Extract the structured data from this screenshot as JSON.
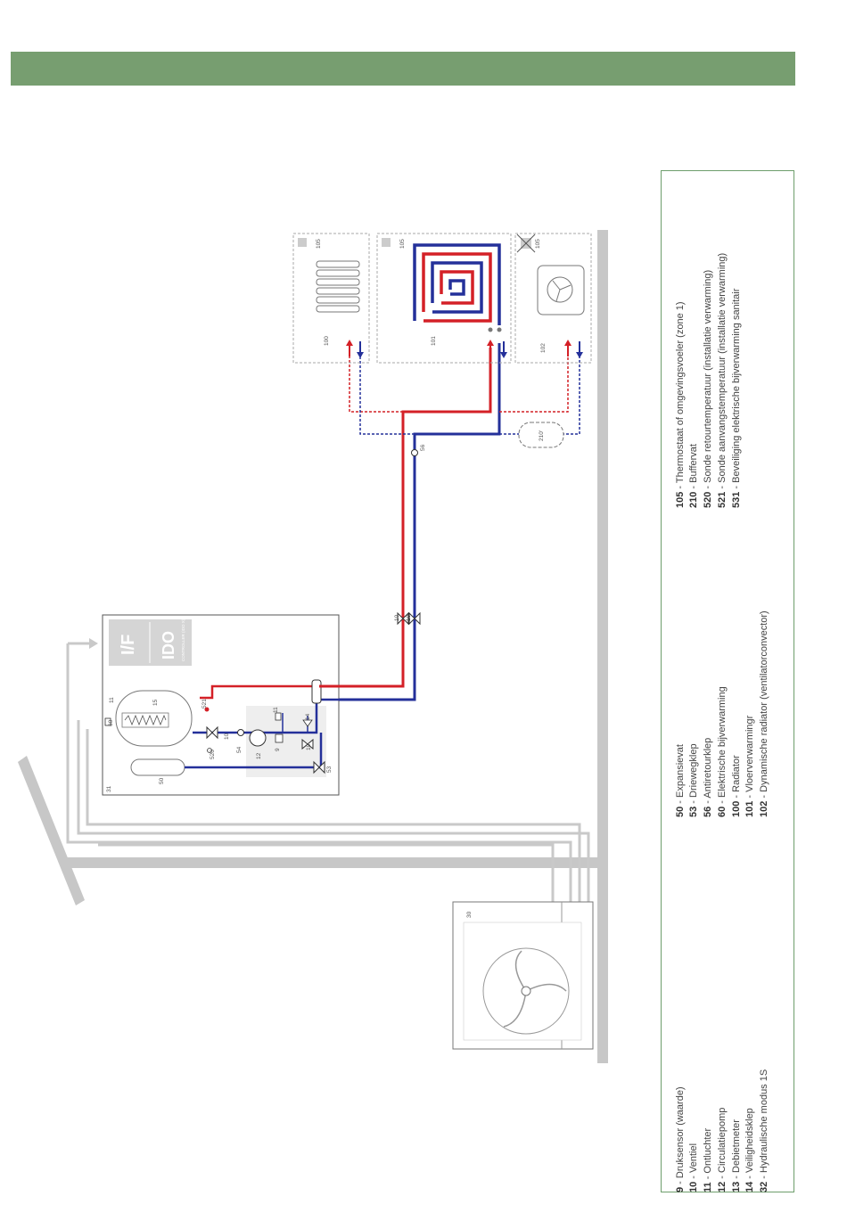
{
  "colors": {
    "header": "#779e70",
    "legend_border": "#6e9e6c",
    "supply": "#d42027",
    "return": "#24309a",
    "wall": "#c7c7c7"
  },
  "controller": {
    "if_label": "I/F",
    "ido_label": "IDO",
    "ido_sub": "CONTROLLER (IDO X)"
  },
  "components": {
    "n9": "9",
    "n10": "10",
    "n11": "11",
    "n12": "12",
    "n13": "13",
    "n14": "14",
    "n15": "15",
    "n30": "30",
    "n31": "31",
    "n50": "50",
    "n53": "53",
    "n54": "54",
    "n56": "56",
    "n60": "60",
    "n100": "100",
    "n101": "101",
    "n102": "102",
    "n105": "105",
    "n210": "210'",
    "n520": "520",
    "n521": "521"
  },
  "legend": {
    "col1": [
      {
        "num": "9",
        "text": "Druksensor (waarde)"
      },
      {
        "num": "10",
        "text": "Ventiel"
      },
      {
        "num": "11",
        "text": "Ontluchter"
      },
      {
        "num": "12",
        "text": "Circulatiepomp"
      },
      {
        "num": "13",
        "text": "Debietmeter"
      },
      {
        "num": "14",
        "text": "Veiligheidsklep"
      },
      {
        "num": "32",
        "text": "Hydraulische modus 1S"
      }
    ],
    "col2": [
      {
        "num": "50",
        "text": "Expansievat"
      },
      {
        "num": "53",
        "text": "Driewegklep"
      },
      {
        "num": "56",
        "text": "Antiretourklep"
      },
      {
        "num": "60",
        "text": "Elektrische bijverwarming"
      },
      {
        "num": "100",
        "text": "Radiator"
      },
      {
        "num": "101",
        "text": "Vloerverwarmingr"
      },
      {
        "num": "102",
        "text": "Dynamische radiator (ventilatorconvector)"
      }
    ],
    "col3": [
      {
        "num": "105",
        "text": "Thermostaat of omgevingsvoeler (zone 1)"
      },
      {
        "num": "210",
        "text": "Buffervat"
      },
      {
        "num": "520",
        "text": "Sonde retourtemperatuur (installatie verwarming)"
      },
      {
        "num": "521",
        "text": "Sonde aanvangstemperatuur (installatie verwarming)"
      },
      {
        "num": "531",
        "text": "Beveiliging elektrische bijverwarming sanitair"
      }
    ]
  }
}
